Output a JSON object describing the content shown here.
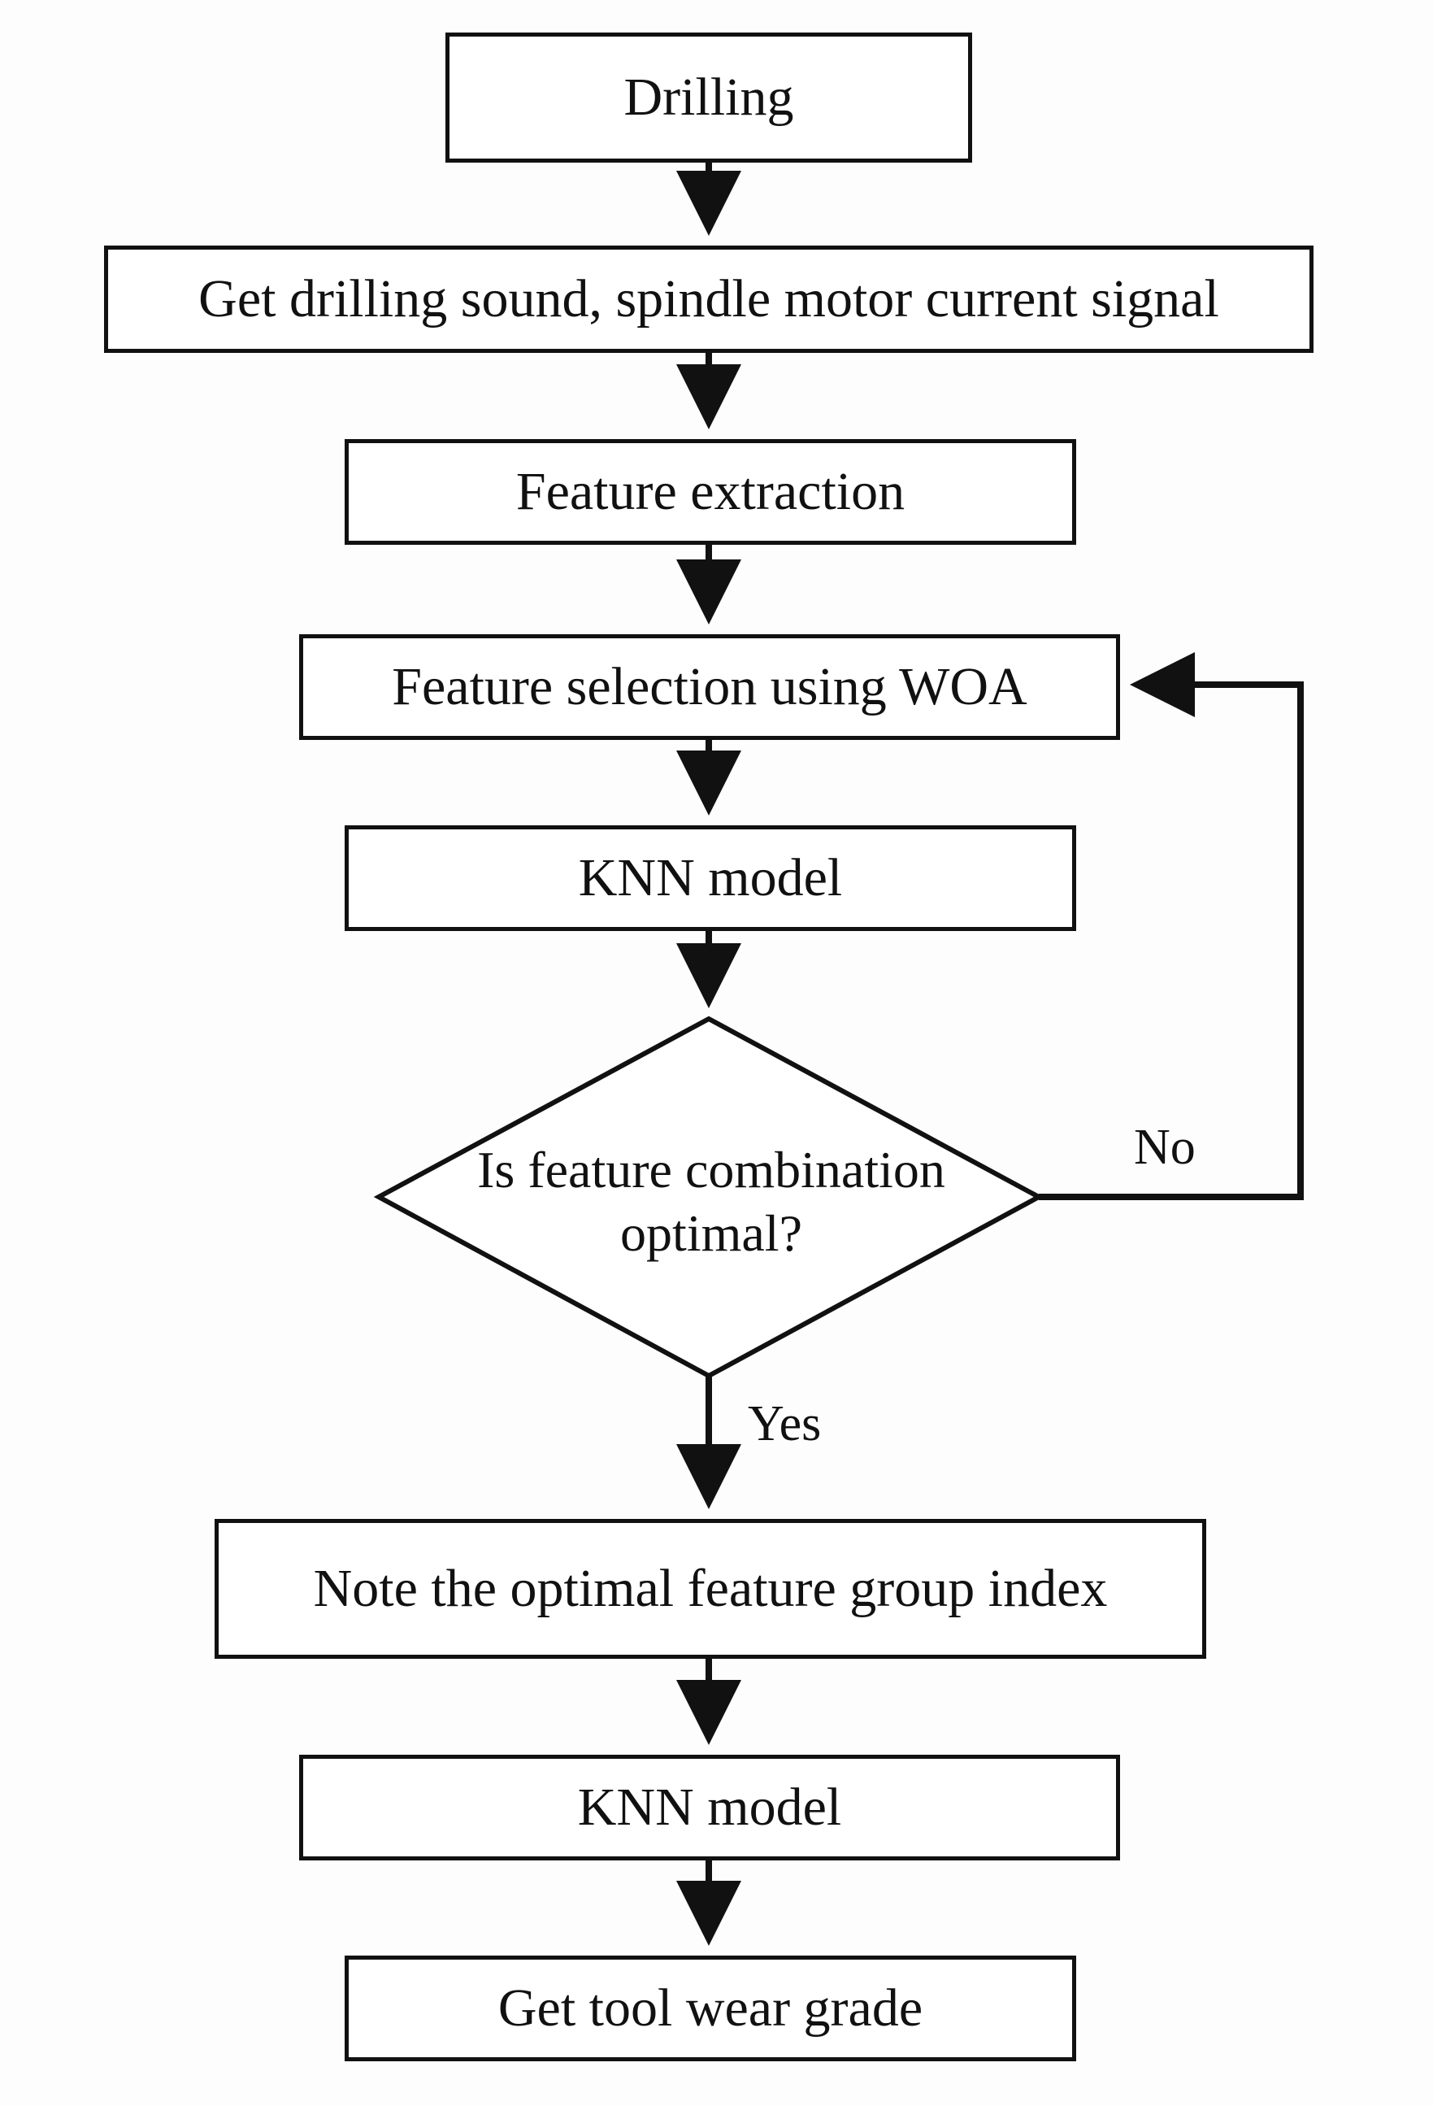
{
  "nodes": {
    "drilling": "Drilling",
    "get_signal": "Get drilling sound, spindle motor current signal",
    "feature_extraction": "Feature extraction",
    "feature_selection": "Feature selection using WOA",
    "knn_model_1": "KNN model",
    "decision": {
      "line1": "Is feature combination",
      "line2": "optimal?"
    },
    "note_index": "Note the optimal feature group index",
    "knn_model_2": "KNN model",
    "get_grade": "Get tool wear grade"
  },
  "edges": {
    "no_label": "No",
    "yes_label": "Yes"
  },
  "colors": {
    "stroke": "#111111",
    "background": "#ffffff"
  }
}
